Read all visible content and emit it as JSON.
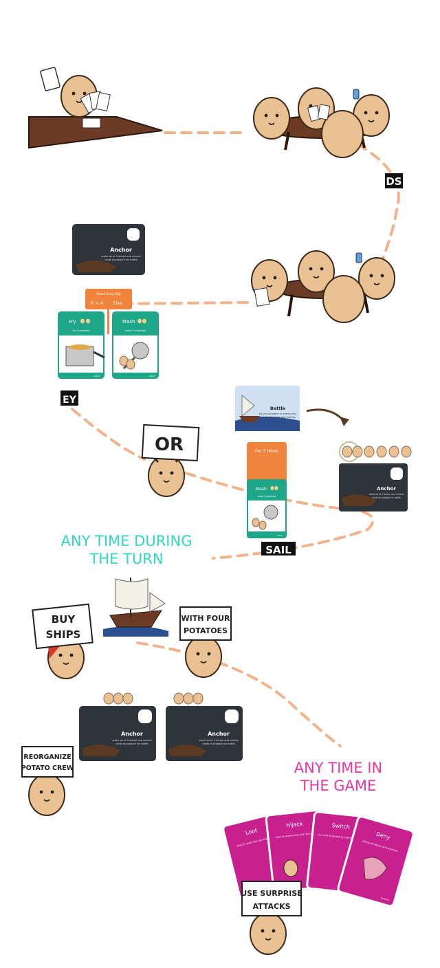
{
  "colors": {
    "path": "#f2b28a",
    "potato": "#eac192",
    "potato_stroke": "#3a2a1a",
    "table": "#6b3b25",
    "dark_card": "#2f343a",
    "orange_card": "#f0843c",
    "green_card": "#1ea688",
    "pink_card": "#c8208e",
    "teal_text": "#2fd8c0",
    "pink_text": "#e13aa7",
    "ocean": "#2c4f8f"
  },
  "top_left_label": "DS",
  "left_label": "EY",
  "sail_label": "SAIL",
  "anchor_card": {
    "title": "Anchor",
    "text_line1": "stock up to 3 action and control",
    "text_line2": "cards to prepare for battle"
  },
  "conditional": {
    "header": "Attack Every Ship",
    "condition": "If < 4",
    "else_label": "Else"
  },
  "fry_card": {
    "title": "Fry",
    "text": "fry 3 potatoes",
    "footer": "Action"
  },
  "mash_card": {
    "title": "Mash",
    "text": "mash 2 potatoes",
    "footer": "Action"
  },
  "battle_card": {
    "title": "Battle",
    "text_line1": "set sail and attack an enemy ship,",
    "text_line2": "discard your cards after battling"
  },
  "for_card": {
    "title": "For 3 times"
  },
  "signs": {
    "or": "OR",
    "buy_ships_line1": "BUY",
    "buy_ships_line2": "SHIPS",
    "four_potatoes_line1": "WITH FOUR",
    "four_potatoes_line2": "POTATOES",
    "reorganize_line1": "REORGANIZE",
    "reorganize_line2": "POTATO CREW",
    "surprise_line1": "USE SURPRISE",
    "surprise_line2": "ATTACKS"
  },
  "headings": {
    "turn_line1": "ANY TIME DURING",
    "turn_line2": "THE TURN",
    "game_line1": "ANY TIME IN",
    "game_line2": "THE GAME"
  },
  "pink_cards": [
    {
      "title": "Loot",
      "text": "steal 2 cards from an enemy"
    },
    {
      "title": "Hijack",
      "text": "steal an enemy ship and the cards"
    },
    {
      "title": "Switch",
      "text": "your prize is decided by how many ships"
    },
    {
      "title": "Deny",
      "text": "blocks all attacks and surprises",
      "footer": "Surprise"
    }
  ]
}
